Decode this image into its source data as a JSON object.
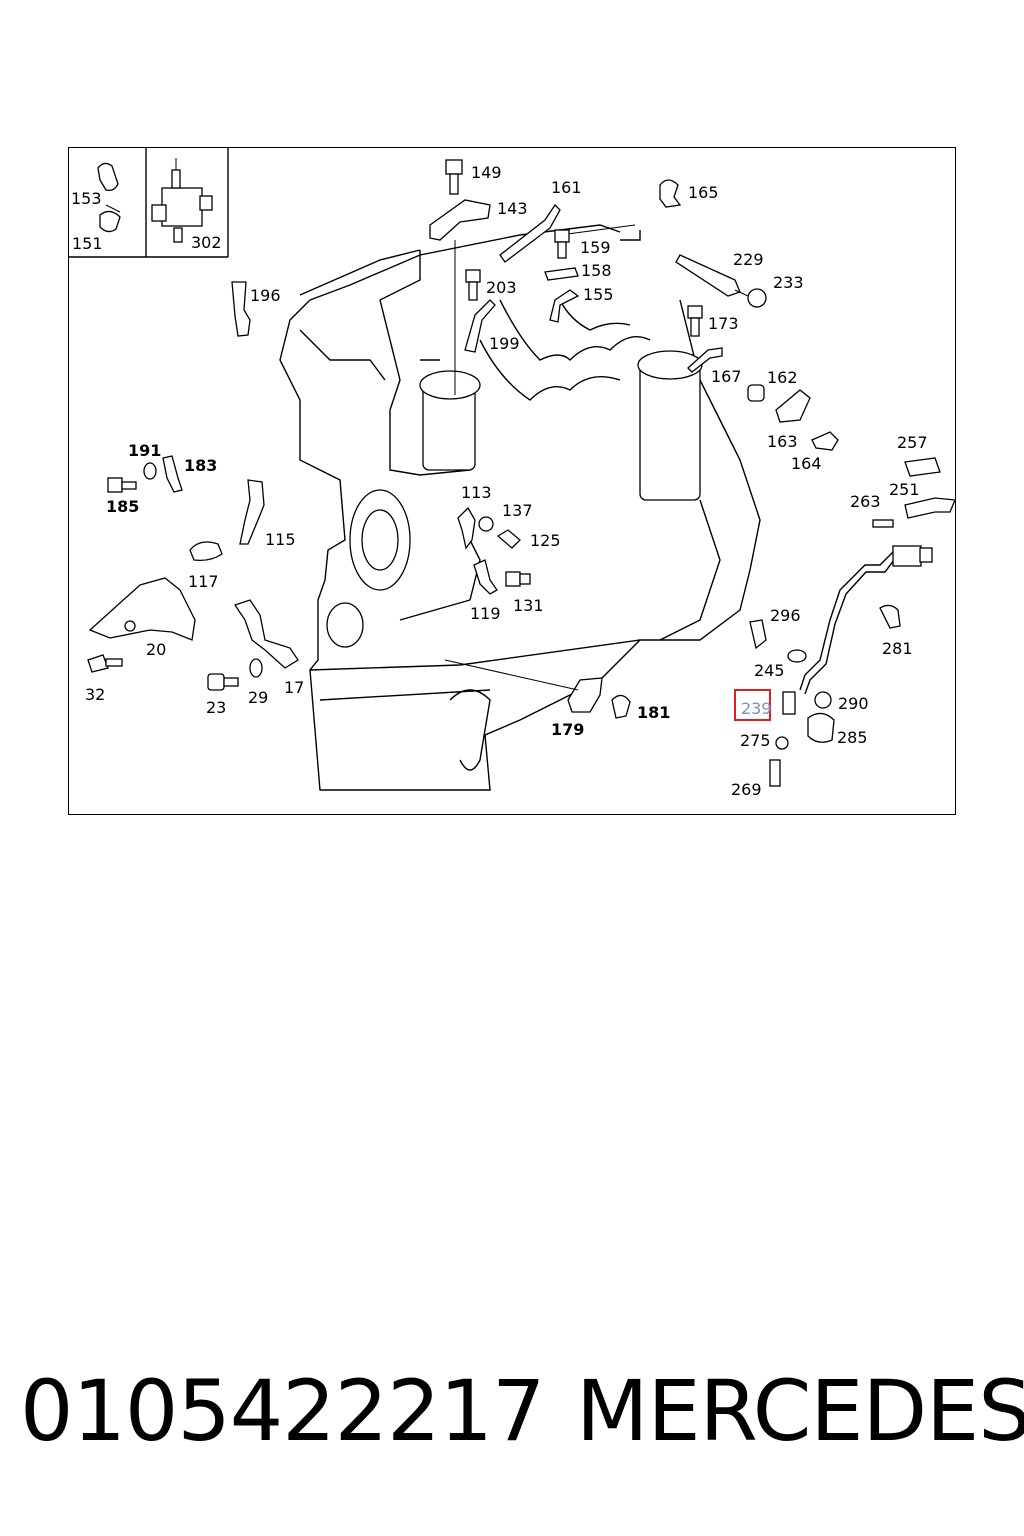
{
  "caption": {
    "part_number": "0105422217",
    "brand": "MERCEDES"
  },
  "highlight": {
    "label": "239",
    "color": "#e02020"
  },
  "labels": {
    "l149": "149",
    "l143": "143",
    "l161": "161",
    "l165": "165",
    "l153": "153",
    "l151": "151",
    "l302": "302",
    "l159": "159",
    "l158": "158",
    "l155": "155",
    "l203": "203",
    "l229": "229",
    "l233": "233",
    "l196": "196",
    "l173": "173",
    "l199": "199",
    "l167": "167",
    "l162": "162",
    "l163": "163",
    "l164": "164",
    "l257": "257",
    "l191": "191",
    "l183": "183",
    "l185": "185",
    "l113": "113",
    "l137": "137",
    "l125": "125",
    "l263": "263",
    "l251": "251",
    "l115": "115",
    "l117": "117",
    "l119": "119",
    "l131": "131",
    "l296": "296",
    "l281": "281",
    "l20": "20",
    "l245": "245",
    "l32": "32",
    "l17": "17",
    "l23": "23",
    "l29": "29",
    "l179": "179",
    "l181": "181",
    "l290": "290",
    "l275": "275",
    "l285": "285",
    "l269": "269"
  }
}
